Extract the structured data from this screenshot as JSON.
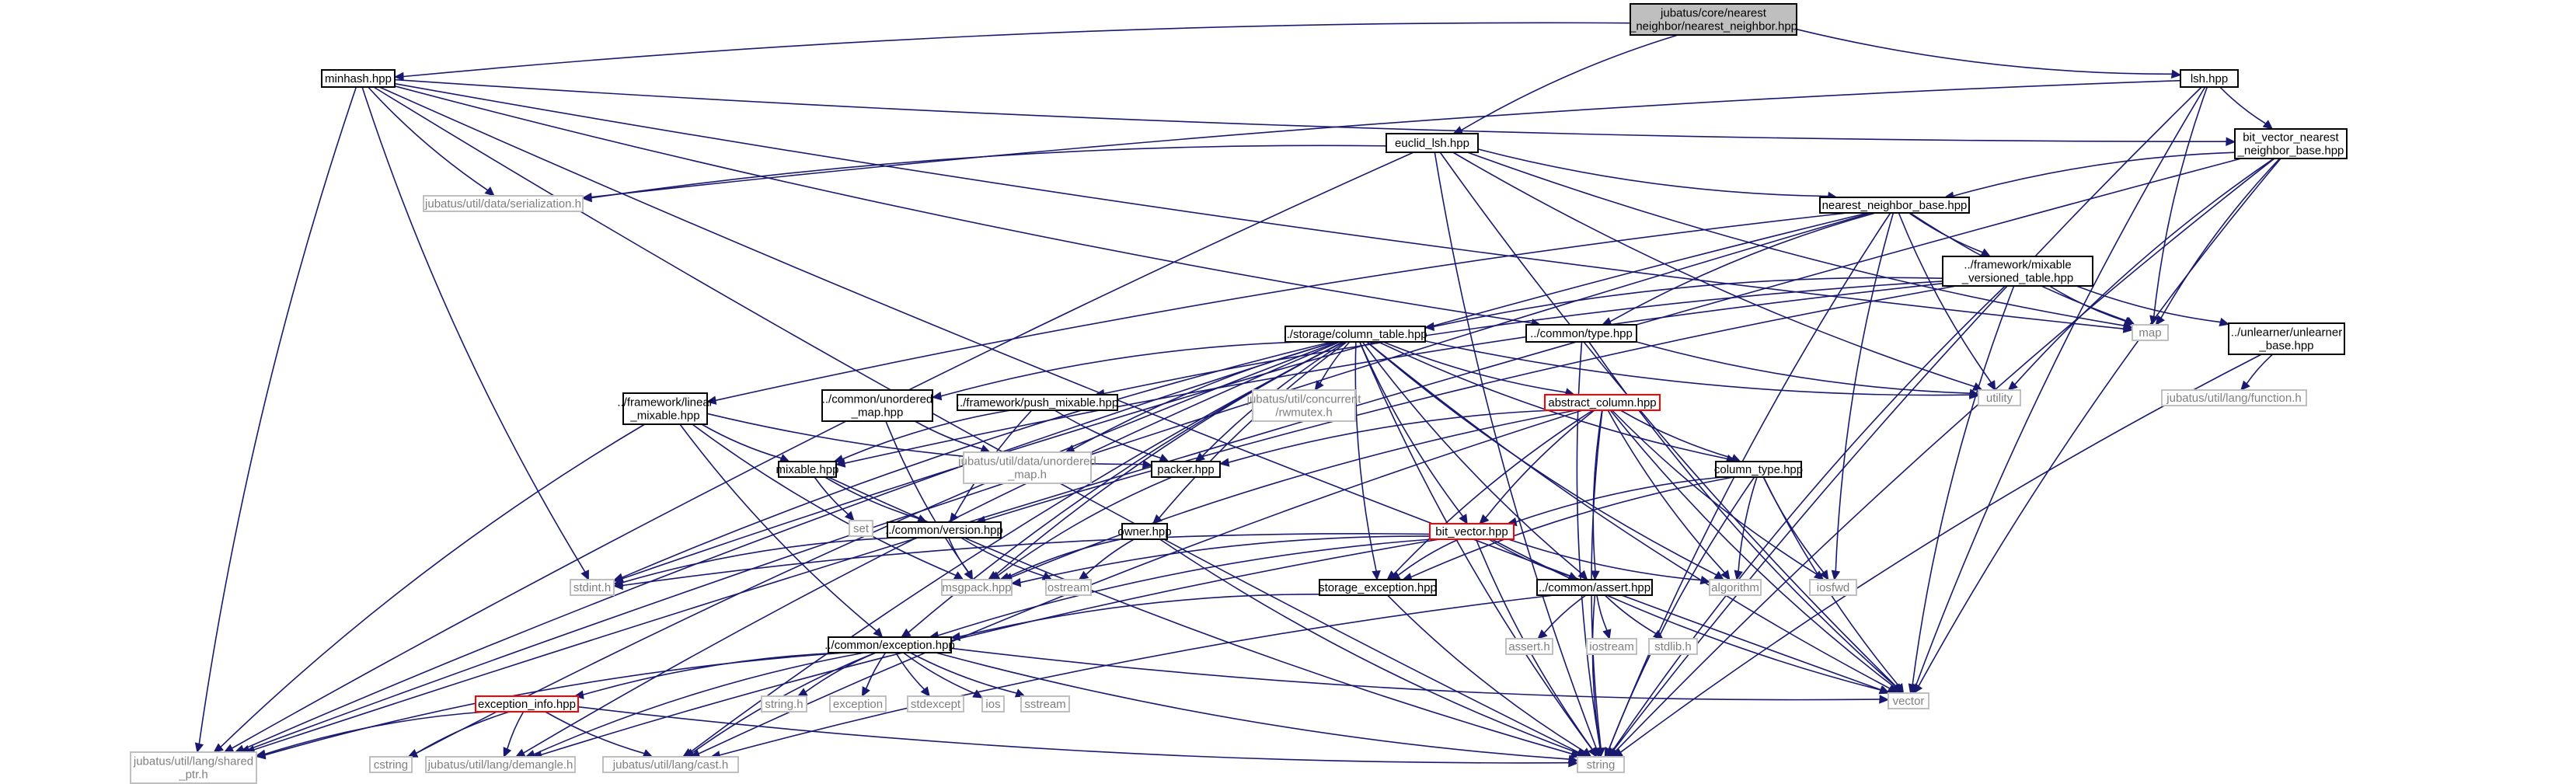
{
  "colors": {
    "edge": "#191970",
    "edge_light": "#a9a9a9",
    "main_fill": "#bfbfbf",
    "external_border": "#bfbfbf",
    "highlight_border": "#ff0000"
  },
  "nodes": [
    {
      "id": "nn",
      "kind": "main",
      "lines": [
        "jubatus/core/nearest",
        "_neighbor/nearest_neighbor.hpp"
      ]
    },
    {
      "id": "minhash",
      "kind": "file",
      "lines": [
        "minhash.hpp"
      ]
    },
    {
      "id": "lsh",
      "kind": "file",
      "lines": [
        "lsh.hpp"
      ]
    },
    {
      "id": "euclid",
      "kind": "file",
      "lines": [
        "euclid_lsh.hpp"
      ]
    },
    {
      "id": "bvnnb",
      "kind": "file",
      "lines": [
        "bit_vector_nearest",
        "_neighbor_base.hpp"
      ]
    },
    {
      "id": "serialization",
      "kind": "external",
      "lines": [
        "jubatus/util/data/serialization.h"
      ]
    },
    {
      "id": "nnb",
      "kind": "file",
      "lines": [
        "nearest_neighbor_base.hpp"
      ]
    },
    {
      "id": "mvt",
      "kind": "file",
      "lines": [
        "../framework/mixable",
        "_versioned_table.hpp"
      ]
    },
    {
      "id": "map",
      "kind": "external",
      "lines": [
        "map"
      ]
    },
    {
      "id": "unlearner",
      "kind": "file",
      "lines": [
        "../unlearner/unlearner",
        "_base.hpp"
      ]
    },
    {
      "id": "typehpp",
      "kind": "file",
      "lines": [
        "../common/type.hpp"
      ]
    },
    {
      "id": "coltable",
      "kind": "file",
      "lines": [
        "../storage/column_table.hpp"
      ]
    },
    {
      "id": "utility",
      "kind": "external",
      "lines": [
        "utility"
      ]
    },
    {
      "id": "function",
      "kind": "external",
      "lines": [
        "jubatus/util/lang/function.h"
      ]
    },
    {
      "id": "linear",
      "kind": "file",
      "lines": [
        "../framework/linear",
        "_mixable.hpp"
      ]
    },
    {
      "id": "umap",
      "kind": "file",
      "lines": [
        "../common/unordered",
        "_map.hpp"
      ]
    },
    {
      "id": "pushmix",
      "kind": "file",
      "lines": [
        "../framework/push_mixable.hpp"
      ]
    },
    {
      "id": "rwmutex",
      "kind": "external",
      "lines": [
        "jubatus/util/concurrent",
        "/rwmutex.h"
      ]
    },
    {
      "id": "abscol",
      "kind": "highlight",
      "lines": [
        "abstract_column.hpp"
      ]
    },
    {
      "id": "utilumap",
      "kind": "external",
      "lines": [
        "jubatus/util/data/unordered",
        "_map.h"
      ]
    },
    {
      "id": "packer",
      "kind": "file",
      "lines": [
        "packer.hpp"
      ]
    },
    {
      "id": "coltype",
      "kind": "file",
      "lines": [
        "column_type.hpp"
      ]
    },
    {
      "id": "mixable",
      "kind": "file",
      "lines": [
        "mixable.hpp"
      ]
    },
    {
      "id": "set",
      "kind": "external",
      "lines": [
        "set"
      ]
    },
    {
      "id": "version",
      "kind": "file",
      "lines": [
        "../common/version.hpp"
      ]
    },
    {
      "id": "owner",
      "kind": "file",
      "lines": [
        "owner.hpp"
      ]
    },
    {
      "id": "bitvector",
      "kind": "highlight",
      "lines": [
        "bit_vector.hpp"
      ]
    },
    {
      "id": "iosfwd",
      "kind": "external",
      "lines": [
        "iosfwd"
      ]
    },
    {
      "id": "stdint",
      "kind": "external",
      "lines": [
        "stdint.h"
      ]
    },
    {
      "id": "msgpack",
      "kind": "external",
      "lines": [
        "msgpack.hpp"
      ]
    },
    {
      "id": "ostream",
      "kind": "external",
      "lines": [
        "ostream"
      ]
    },
    {
      "id": "storexc",
      "kind": "file",
      "lines": [
        "storage_exception.hpp"
      ]
    },
    {
      "id": "assert",
      "kind": "file",
      "lines": [
        "../common/assert.hpp"
      ]
    },
    {
      "id": "algorithm",
      "kind": "external",
      "lines": [
        "algorithm"
      ]
    },
    {
      "id": "asserth",
      "kind": "external",
      "lines": [
        "assert.h"
      ]
    },
    {
      "id": "iostream",
      "kind": "external",
      "lines": [
        "iostream"
      ]
    },
    {
      "id": "stdlib",
      "kind": "external",
      "lines": [
        "stdlib.h"
      ]
    },
    {
      "id": "exception",
      "kind": "file",
      "lines": [
        "../common/exception.hpp"
      ]
    },
    {
      "id": "vector",
      "kind": "external",
      "lines": [
        "vector"
      ]
    },
    {
      "id": "excinfo",
      "kind": "highlight",
      "lines": [
        "exception_info.hpp"
      ]
    },
    {
      "id": "stringh",
      "kind": "external",
      "lines": [
        "string.h"
      ]
    },
    {
      "id": "exceptionstd",
      "kind": "external",
      "lines": [
        "exception"
      ]
    },
    {
      "id": "stdexcept",
      "kind": "external",
      "lines": [
        "stdexcept"
      ]
    },
    {
      "id": "ios",
      "kind": "external",
      "lines": [
        "ios"
      ]
    },
    {
      "id": "sstream",
      "kind": "external",
      "lines": [
        "sstream"
      ]
    },
    {
      "id": "sharedptr",
      "kind": "external",
      "lines": [
        "jubatus/util/lang/shared",
        "_ptr.h"
      ]
    },
    {
      "id": "cstring",
      "kind": "external",
      "lines": [
        "cstring"
      ]
    },
    {
      "id": "demangle",
      "kind": "external",
      "lines": [
        "jubatus/util/lang/demangle.h"
      ]
    },
    {
      "id": "cast",
      "kind": "external",
      "lines": [
        "jubatus/util/lang/cast.h"
      ]
    },
    {
      "id": "string",
      "kind": "external",
      "lines": [
        "string"
      ]
    }
  ],
  "edges": [
    [
      "nn",
      "minhash"
    ],
    [
      "nn",
      "lsh"
    ],
    [
      "nn",
      "euclid"
    ],
    [
      "minhash",
      "bvnnb"
    ],
    [
      "minhash",
      "serialization"
    ],
    [
      "minhash",
      "map"
    ],
    [
      "minhash",
      "sharedptr"
    ],
    [
      "minhash",
      "stdint"
    ],
    [
      "minhash",
      "typehpp"
    ],
    [
      "minhash",
      "string"
    ],
    [
      "minhash",
      "vector"
    ],
    [
      "lsh",
      "bvnnb"
    ],
    [
      "lsh",
      "serialization"
    ],
    [
      "lsh",
      "map"
    ],
    [
      "lsh",
      "vector"
    ],
    [
      "lsh",
      "string"
    ],
    [
      "euclid",
      "nnb"
    ],
    [
      "euclid",
      "serialization"
    ],
    [
      "euclid",
      "map"
    ],
    [
      "euclid",
      "utility"
    ],
    [
      "euclid",
      "vector"
    ],
    [
      "euclid",
      "sharedptr"
    ],
    [
      "euclid",
      "string"
    ],
    [
      "bvnnb",
      "nnb"
    ],
    [
      "bvnnb",
      "map"
    ],
    [
      "bvnnb",
      "utility"
    ],
    [
      "bvnnb",
      "vector"
    ],
    [
      "bvnnb",
      "string"
    ],
    [
      "bvnnb",
      "sharedptr"
    ],
    [
      "nnb",
      "mvt"
    ],
    [
      "nnb",
      "typehpp"
    ],
    [
      "nnb",
      "map"
    ],
    [
      "nnb",
      "utility"
    ],
    [
      "nnb",
      "iosfwd"
    ],
    [
      "nnb",
      "string"
    ],
    [
      "nnb",
      "linear"
    ],
    [
      "nnb",
      "stdint"
    ],
    [
      "nnb",
      "sharedptr"
    ],
    [
      "mvt",
      "coltable"
    ],
    [
      "mvt",
      "unlearner"
    ],
    [
      "mvt",
      "pushmix"
    ],
    [
      "mvt",
      "version"
    ],
    [
      "mvt",
      "mixable"
    ],
    [
      "mvt",
      "map"
    ],
    [
      "mvt",
      "vector"
    ],
    [
      "mvt",
      "string"
    ],
    [
      "unlearner",
      "function"
    ],
    [
      "unlearner",
      "string"
    ],
    [
      "typehpp",
      "utility"
    ],
    [
      "typehpp",
      "vector"
    ],
    [
      "typehpp",
      "string"
    ],
    [
      "coltable",
      "umap"
    ],
    [
      "coltable",
      "rwmutex"
    ],
    [
      "coltable",
      "abscol"
    ],
    [
      "coltable",
      "coltype"
    ],
    [
      "coltable",
      "bitvector"
    ],
    [
      "coltable",
      "packer"
    ],
    [
      "coltable",
      "owner"
    ],
    [
      "coltable",
      "storexc"
    ],
    [
      "coltable",
      "assert"
    ],
    [
      "coltable",
      "exception"
    ],
    [
      "coltable",
      "utilumap"
    ],
    [
      "coltable",
      "stdint"
    ],
    [
      "coltable",
      "msgpack"
    ],
    [
      "coltable",
      "cstring"
    ],
    [
      "coltable",
      "demangle"
    ],
    [
      "coltable",
      "cast"
    ],
    [
      "coltable",
      "sharedptr"
    ],
    [
      "coltable",
      "utility"
    ],
    [
      "coltable",
      "vector"
    ],
    [
      "coltable",
      "string"
    ],
    [
      "coltable",
      "algorithm"
    ],
    [
      "linear",
      "mixable"
    ],
    [
      "linear",
      "packer"
    ],
    [
      "linear",
      "exception"
    ],
    [
      "linear",
      "msgpack"
    ],
    [
      "linear",
      "sharedptr"
    ],
    [
      "umap",
      "utilumap"
    ],
    [
      "umap",
      "msgpack"
    ],
    [
      "pushmix",
      "mixable"
    ],
    [
      "pushmix",
      "packer"
    ],
    [
      "pushmix",
      "version"
    ],
    [
      "abscol",
      "packer"
    ],
    [
      "abscol",
      "coltype"
    ],
    [
      "abscol",
      "bitvector"
    ],
    [
      "abscol",
      "storexc"
    ],
    [
      "abscol",
      "assert"
    ],
    [
      "abscol",
      "msgpack"
    ],
    [
      "abscol",
      "iosfwd"
    ],
    [
      "abscol",
      "algorithm"
    ],
    [
      "abscol",
      "vector"
    ],
    [
      "abscol",
      "string"
    ],
    [
      "abscol",
      "cast"
    ],
    [
      "packer",
      "msgpack"
    ],
    [
      "coltype",
      "bitvector"
    ],
    [
      "coltype",
      "storexc"
    ],
    [
      "coltype",
      "iosfwd"
    ],
    [
      "coltype",
      "algorithm"
    ],
    [
      "coltype",
      "vector"
    ],
    [
      "coltype",
      "string"
    ],
    [
      "mixable",
      "set"
    ],
    [
      "mixable",
      "version"
    ],
    [
      "mixable",
      "string"
    ],
    [
      "version",
      "stdint"
    ],
    [
      "version",
      "msgpack"
    ],
    [
      "version",
      "ostream"
    ],
    [
      "owner",
      "msgpack"
    ],
    [
      "owner",
      "ostream"
    ],
    [
      "owner",
      "string"
    ],
    [
      "bitvector",
      "stdint"
    ],
    [
      "bitvector",
      "msgpack"
    ],
    [
      "bitvector",
      "storexc"
    ],
    [
      "bitvector",
      "assert"
    ],
    [
      "bitvector",
      "algorithm"
    ],
    [
      "bitvector",
      "exception"
    ],
    [
      "bitvector",
      "vector"
    ],
    [
      "bitvector",
      "string"
    ],
    [
      "bitvector",
      "demangle"
    ],
    [
      "storexc",
      "exception"
    ],
    [
      "storexc",
      "string"
    ],
    [
      "assert",
      "asserth"
    ],
    [
      "assert",
      "iostream"
    ],
    [
      "assert",
      "stdlib"
    ],
    [
      "assert",
      "string"
    ],
    [
      "assert",
      "cast"
    ],
    [
      "exception",
      "excinfo"
    ],
    [
      "exception",
      "stringh"
    ],
    [
      "exception",
      "exceptionstd"
    ],
    [
      "exception",
      "stdexcept"
    ],
    [
      "exception",
      "ios"
    ],
    [
      "exception",
      "sstream"
    ],
    [
      "exception",
      "vector"
    ],
    [
      "exception",
      "string"
    ],
    [
      "exception",
      "sharedptr"
    ],
    [
      "exception",
      "demangle"
    ],
    [
      "exception",
      "cast"
    ],
    [
      "excinfo",
      "sharedptr"
    ],
    [
      "excinfo",
      "cstring"
    ],
    [
      "excinfo",
      "demangle"
    ],
    [
      "excinfo",
      "cast"
    ],
    [
      "excinfo",
      "string"
    ]
  ]
}
